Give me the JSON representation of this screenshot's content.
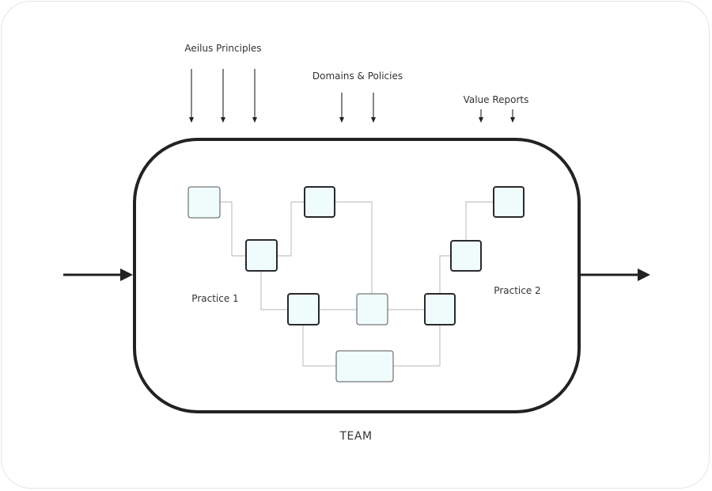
{
  "inputs": {
    "principles_label": "Aeilus Principles",
    "domains_label": "Domains & Policies",
    "value_label": "Value Reports"
  },
  "team": {
    "label": "TEAM",
    "practice1_label": "Practice 1",
    "practice2_label": "Practice 2"
  },
  "colors": {
    "node_fill": "#f0fbfc",
    "node_stroke": "#2a2a2a",
    "connector": "#c4c4c4",
    "container_stroke": "#222222"
  }
}
